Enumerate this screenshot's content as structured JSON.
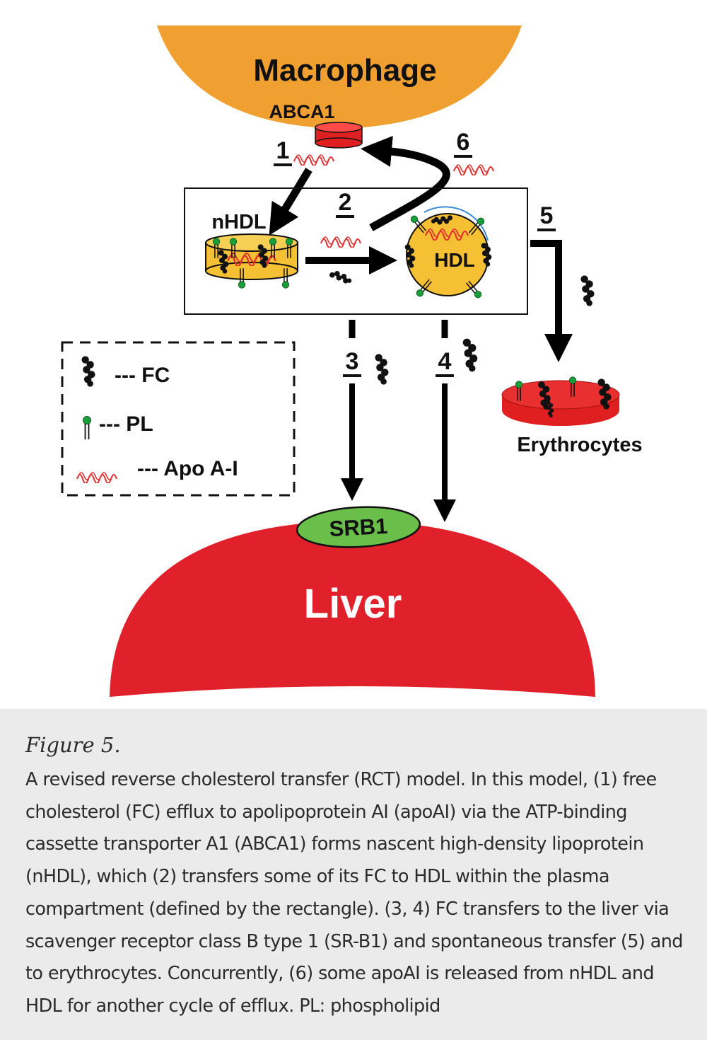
{
  "diagram": {
    "macrophage": "Macrophage",
    "abca1": "ABCA1",
    "nhdl": "nHDL",
    "hdl": "HDL",
    "liver": "Liver",
    "srb1": "SRB1",
    "erythrocytes": "Erythrocytes",
    "steps": [
      "1",
      "2",
      "3",
      "4",
      "5",
      "6"
    ],
    "legend": {
      "fc": "--- FC",
      "pl": "--- PL",
      "apoa1": "--- Apo A-I"
    },
    "colors": {
      "macrophage": "#f0a030",
      "abca1": "#e02020",
      "liver": "#e0202a",
      "srb1": "#6abf4b",
      "hdl_core": "#f5c033",
      "phospholipid_head": "#1a9e3a",
      "apoa1": "#e03030"
    }
  },
  "caption": {
    "title": "Figure 5.",
    "text": "A revised reverse cholesterol transfer (RCT) model. In this model, (1) free cholesterol (FC) efflux to apolipoprotein AI (apoAI) via the ATP-binding cassette transporter A1 (ABCA1) forms nascent high-density lipoprotein (nHDL), which (2) transfers some of its FC to HDL within the plasma compartment (defined by the rectangle). (3, 4) FC transfers to the liver via scavenger receptor class B type 1 (SR-B1) and spontaneous transfer (5) and to erythrocytes. Concurrently, (6) some apoAI is released from nHDL and HDL for another cycle of efflux. PL: phospholipid"
  }
}
